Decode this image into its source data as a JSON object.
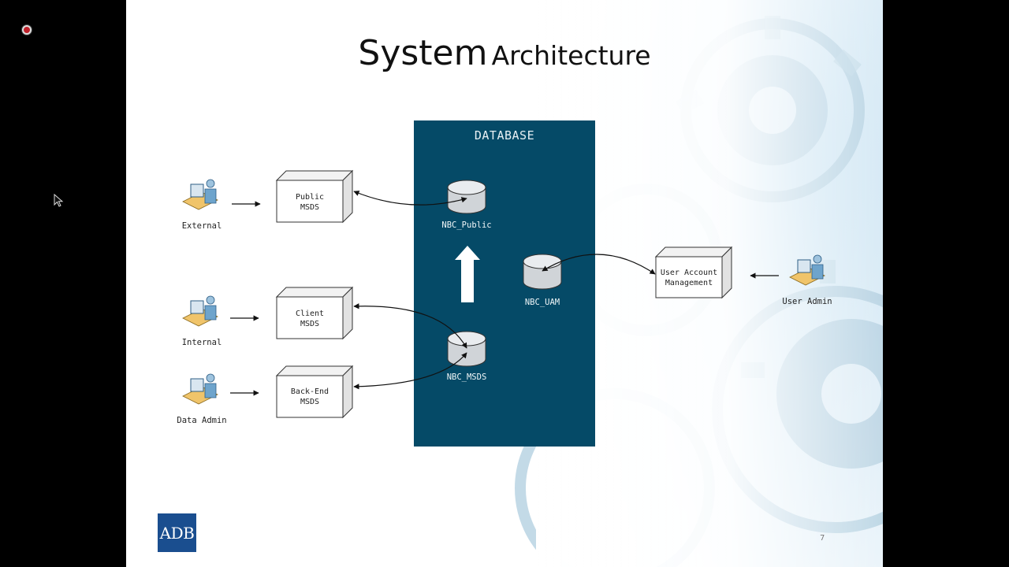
{
  "slide": {
    "title_main": "System",
    "title_rest": "Architecture",
    "page_number": "7",
    "logo_text": "ADB"
  },
  "database": {
    "title": "DATABASE",
    "nodes": [
      "NBC_Public",
      "NBC_UAM",
      "NBC_MSDS"
    ]
  },
  "actors": [
    "External",
    "Internal",
    "Data Admin",
    "User Admin"
  ],
  "systems": {
    "public": [
      "Public",
      "MSDS"
    ],
    "client": [
      "Client",
      "MSDS"
    ],
    "backend": [
      "Back-End",
      "MSDS"
    ],
    "uam": [
      "User Account",
      "Management"
    ]
  },
  "colors": {
    "db_panel": "#054a67",
    "logo": "#1a4e8f",
    "recording_dot": "#c0202a"
  },
  "icons": [
    "recording-dot-icon",
    "mouse-cursor-icon",
    "user-at-computer-icon",
    "database-cylinder-icon",
    "up-arrow-icon",
    "gear-icon"
  ]
}
